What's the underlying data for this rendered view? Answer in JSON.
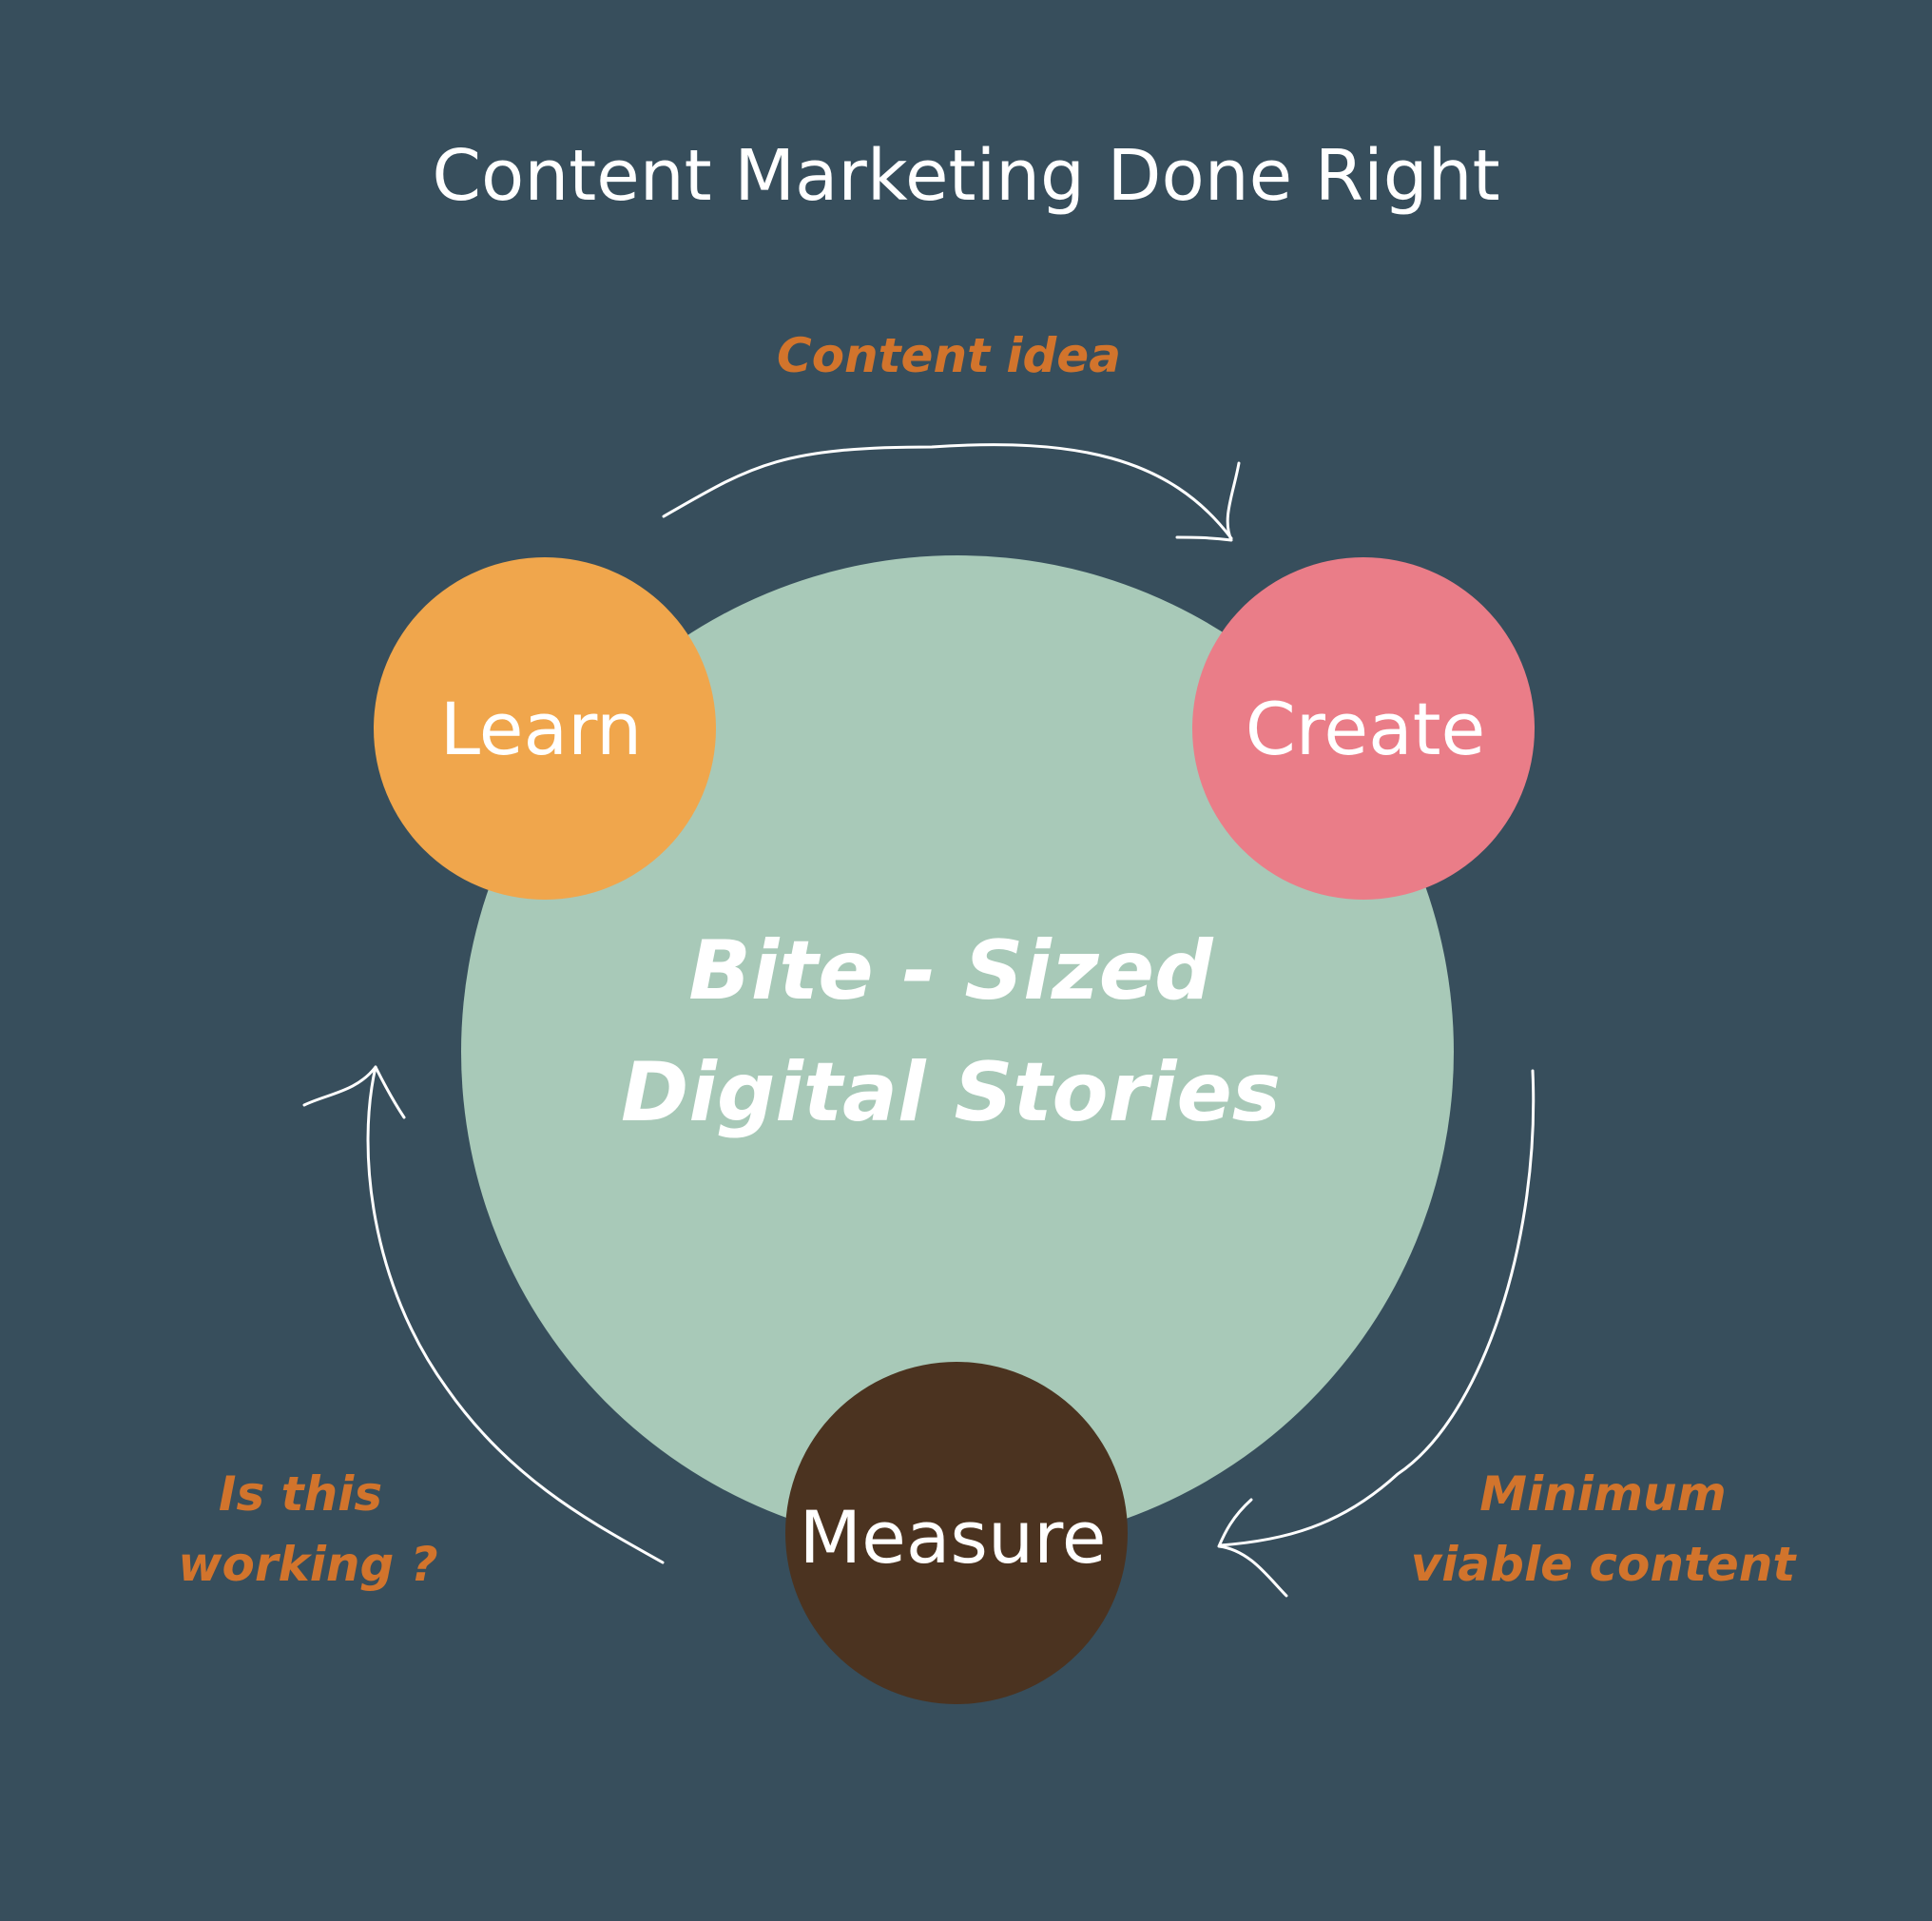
{
  "title": "Content Marketing Done Right",
  "colors": {
    "background": "#374e5c",
    "core": "#a8c9b8",
    "learn": "#f0a64c",
    "create": "#ea7d88",
    "measure": "#4b3320",
    "edge_label": "#d2742c",
    "text": "#ffffff"
  },
  "core": {
    "lines": [
      "Bite - Sized",
      "Digital Stories"
    ]
  },
  "nodes": {
    "learn": "Learn",
    "create": "Create",
    "measure": "Measure"
  },
  "edges": {
    "learn_to_create": {
      "lines": [
        "Content idea"
      ]
    },
    "create_to_measure": {
      "lines": [
        "Minimum",
        "viable content"
      ]
    },
    "measure_to_learn": {
      "lines": [
        "Is this",
        "working ?"
      ]
    }
  }
}
